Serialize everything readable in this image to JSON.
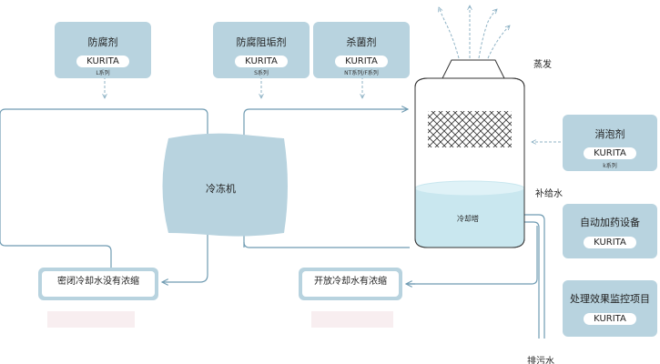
{
  "chemicals": {
    "anticorrosion": {
      "title": "防腐剂",
      "brand": "KURITA",
      "series": "L系列"
    },
    "anticorrosion_antiscale": {
      "title": "防腐阻垢剂",
      "brand": "KURITA",
      "series": "S系列"
    },
    "biocide": {
      "title": "杀菌剂",
      "brand": "KURITA",
      "series": "NT系列/F系列"
    },
    "defoamer": {
      "title": "消泡剂",
      "brand": "KURITA",
      "series": "k系列"
    }
  },
  "equipment": {
    "auto_dosing": {
      "title": "自动加药设备",
      "brand": "KURITA"
    },
    "monitoring": {
      "title": "处理效果监控项目",
      "brand": "KURITA"
    }
  },
  "chiller": {
    "label": "冷冻机"
  },
  "tower": {
    "label": "冷却塔"
  },
  "labels": {
    "evaporation": "蒸发",
    "makeup_water": "补给水",
    "blowdown": "排污水"
  },
  "destinations": {
    "closed": "密闭冷却水没有浓缩",
    "open": "开放冷却水有浓缩"
  },
  "colors": {
    "box": "#b8d3df",
    "line": "#6f9bb2",
    "water": "#c9e7ef",
    "tower_body": "#ffffff"
  }
}
